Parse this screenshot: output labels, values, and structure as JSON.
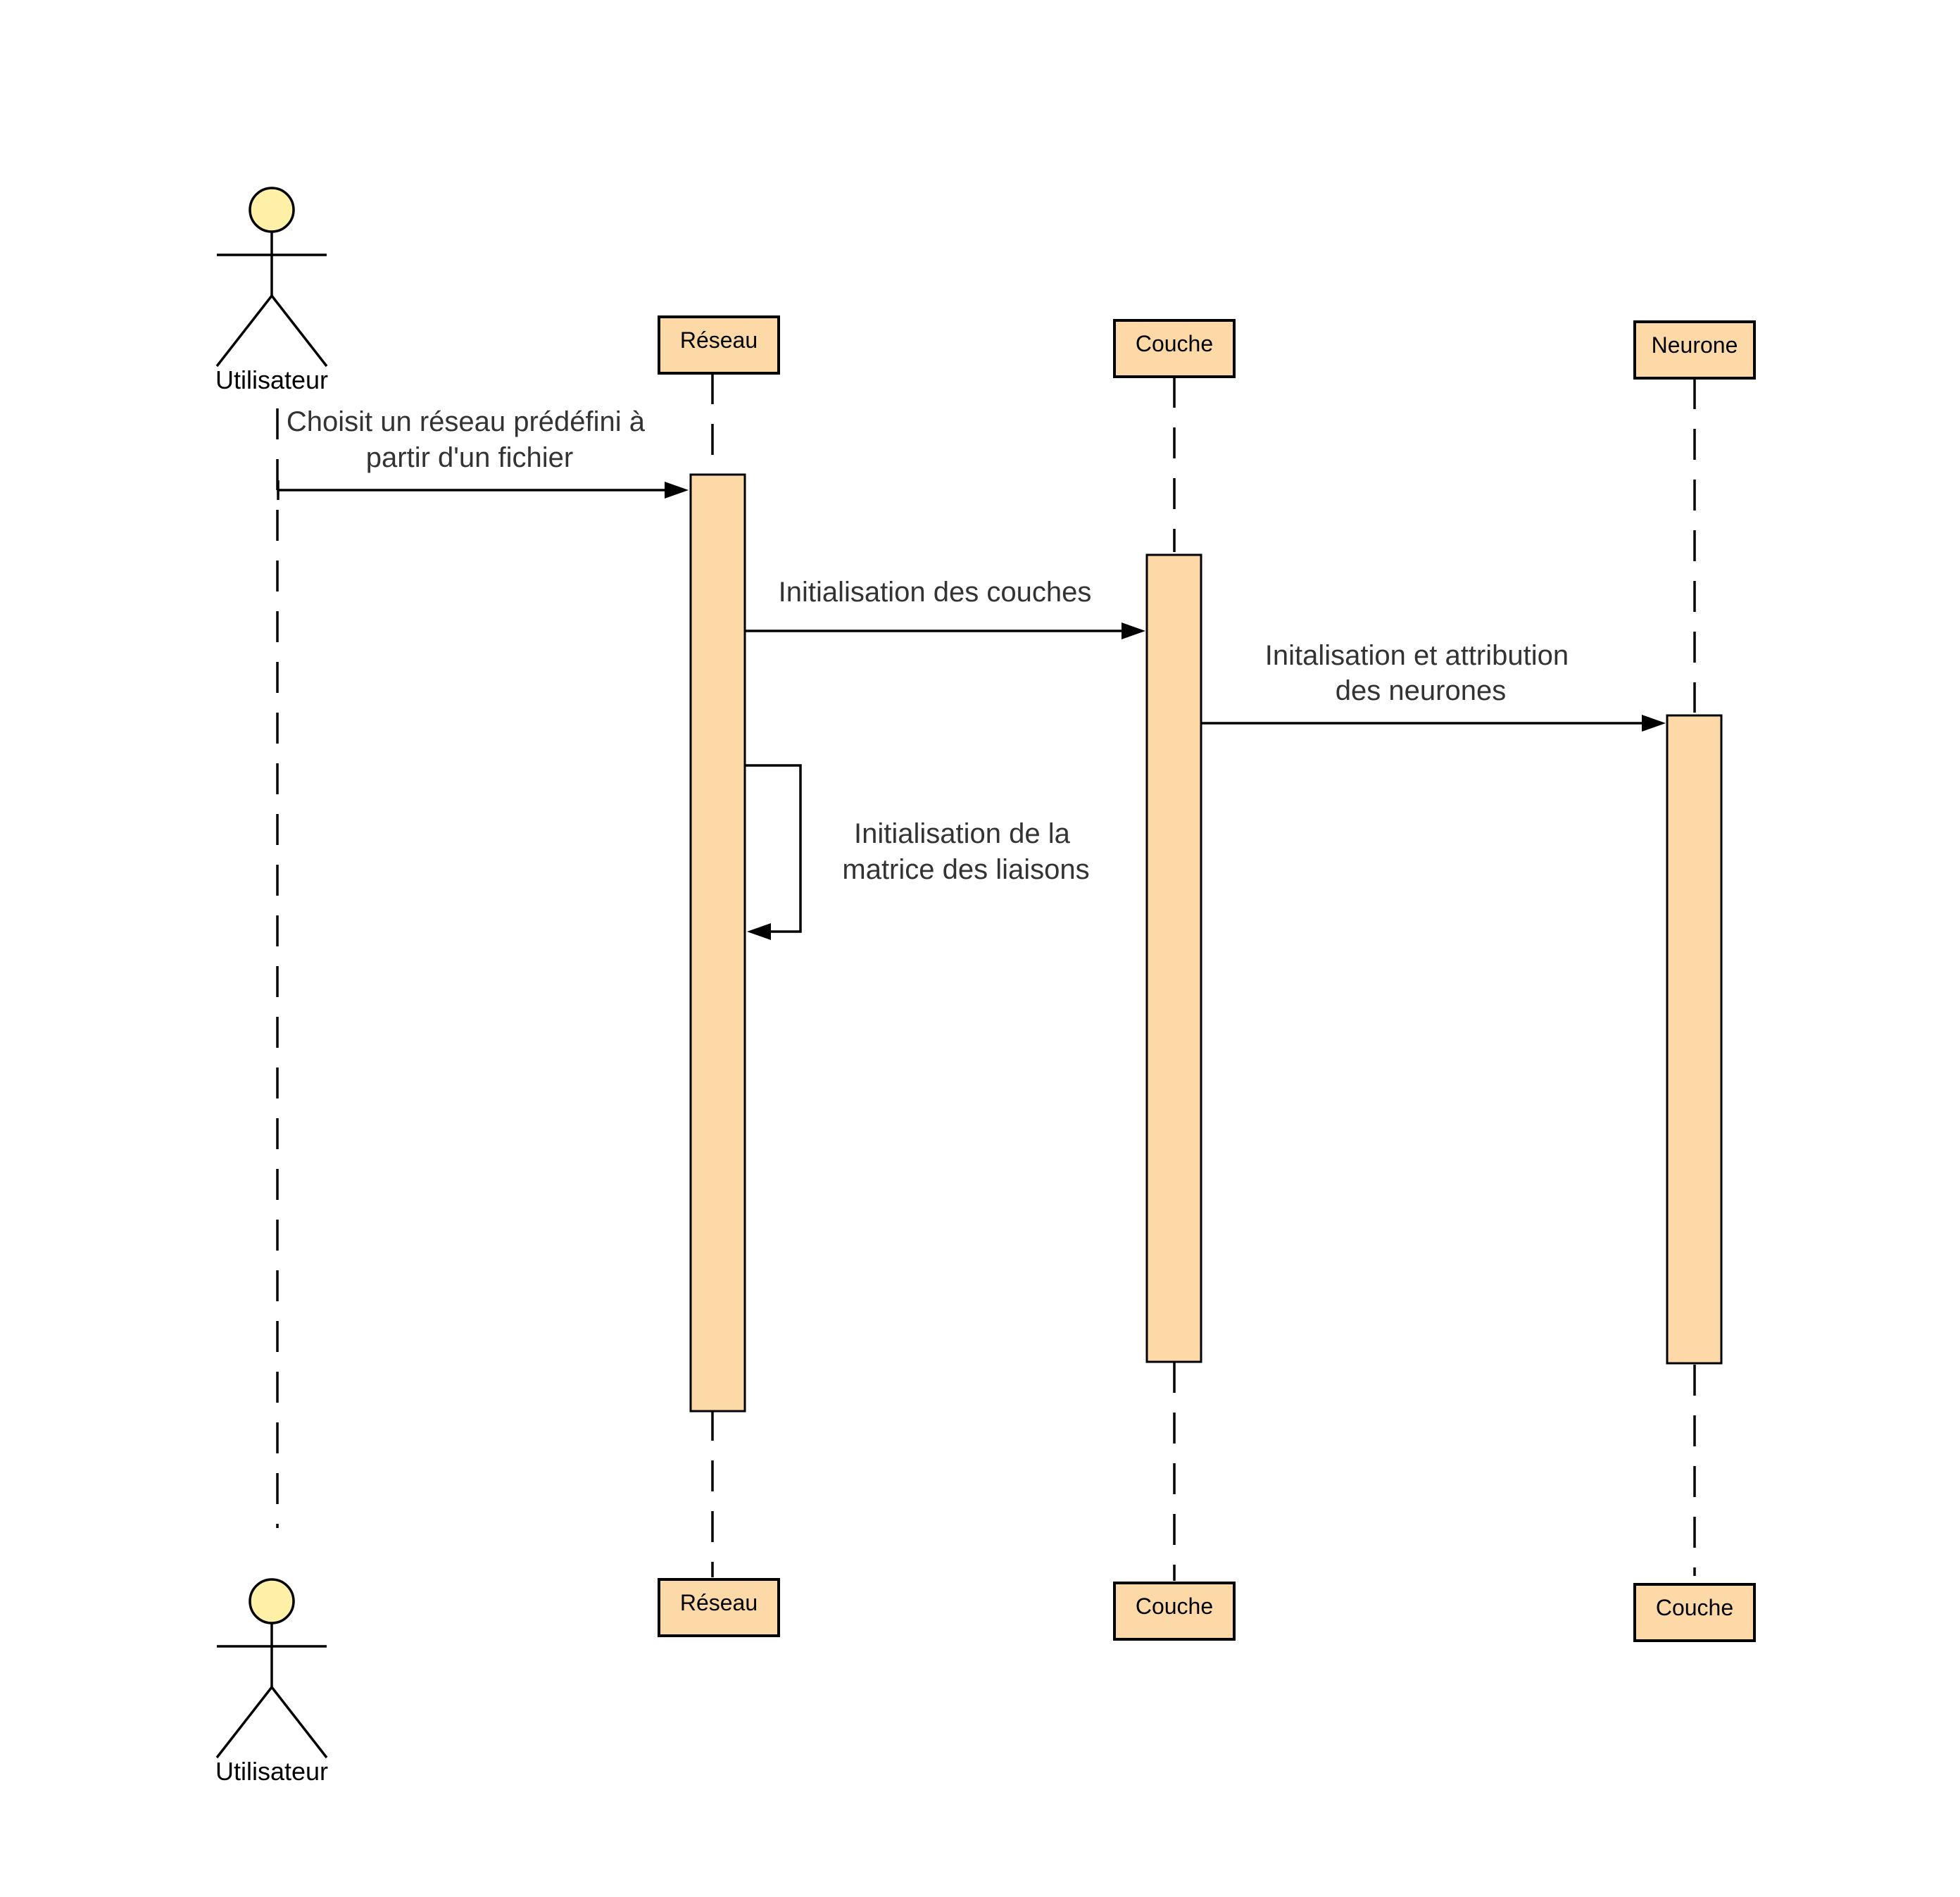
{
  "actor": {
    "top_label": "Utilisateur",
    "bottom_label": "Utilisateur"
  },
  "participants": {
    "reseau_top": "Réseau",
    "couche_top": "Couche",
    "neurone_top": "Neurone",
    "reseau_bottom": "Réseau",
    "couche_bottom": "Couche",
    "neurone_bottom": "Couche"
  },
  "messages": {
    "m1_line1": "Choisit un réseau prédéfini à",
    "m1_line2": "partir d'un fichier",
    "m2": "Initialisation des couches",
    "m3_line1": "Initalisation et attribution",
    "m3_line2": "des neurones",
    "m4_line1": "Initialisation de la",
    "m4_line2": "matrice des liaisons"
  },
  "colors": {
    "participant_fill": "#fdd9a8",
    "actor_head_fill": "#fff0a8",
    "stroke": "#000000",
    "message_text": "#333333"
  }
}
